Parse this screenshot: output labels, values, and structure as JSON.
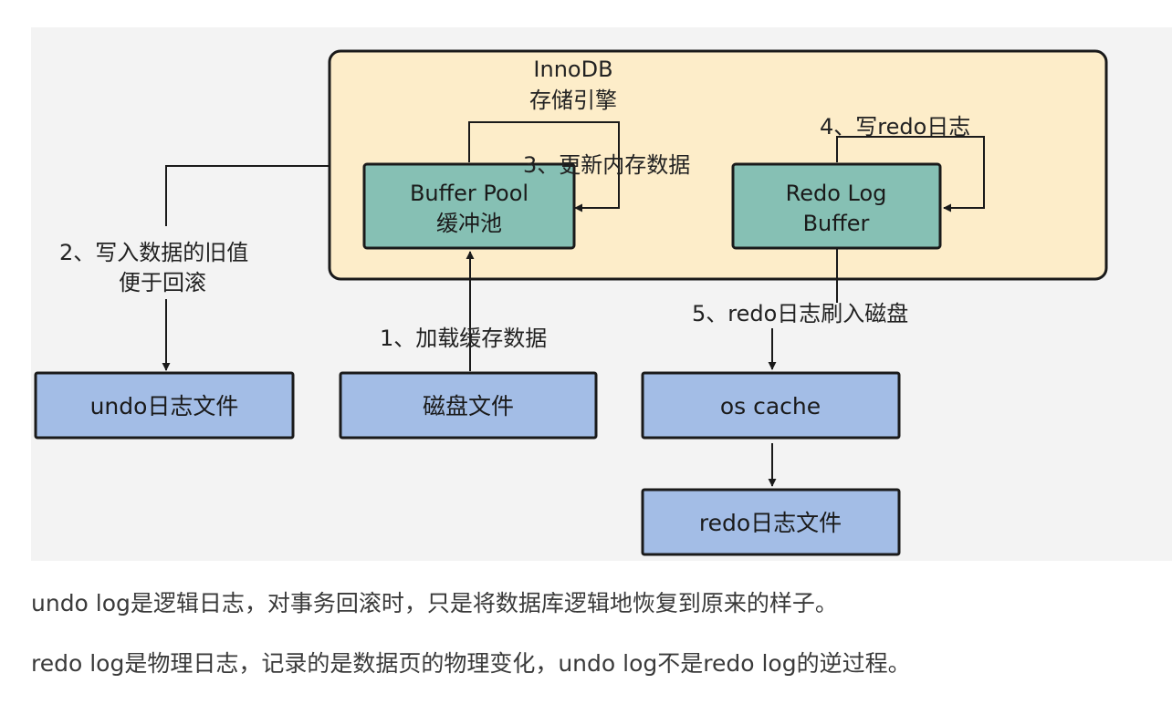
{
  "diagram": {
    "innodb": {
      "title_line1": "InnoDB",
      "title_line2": "存储引擎"
    },
    "buffer_pool": {
      "line1": "Buffer Pool",
      "line2": "缓冲池"
    },
    "redo_log_buffer": {
      "line1": "Redo Log",
      "line2": "Buffer"
    },
    "undo_file": "undo日志文件",
    "disk_file": "磁盘文件",
    "os_cache": "os cache",
    "redo_file": "redo日志文件",
    "steps": {
      "step1": "1、加载缓存数据",
      "step2_line1": "2、写入数据的旧值",
      "step2_line2": "便于回滚",
      "step3": "3、更新内存数据",
      "step4": "4、写redo日志",
      "step5": "5、redo日志刷入磁盘"
    },
    "colors": {
      "container_fill": "#fdedc9",
      "teal_box": "#86c0b4",
      "blue_box": "#a3bde6",
      "stroke": "#1a1a1a"
    }
  },
  "text": {
    "para1": "undo log是逻辑日志，对事务回滚时，只是将数据库逻辑地恢复到原来的样子。",
    "para2": "redo log是物理日志，记录的是数据页的物理变化，undo log不是redo log的逆过程。"
  }
}
